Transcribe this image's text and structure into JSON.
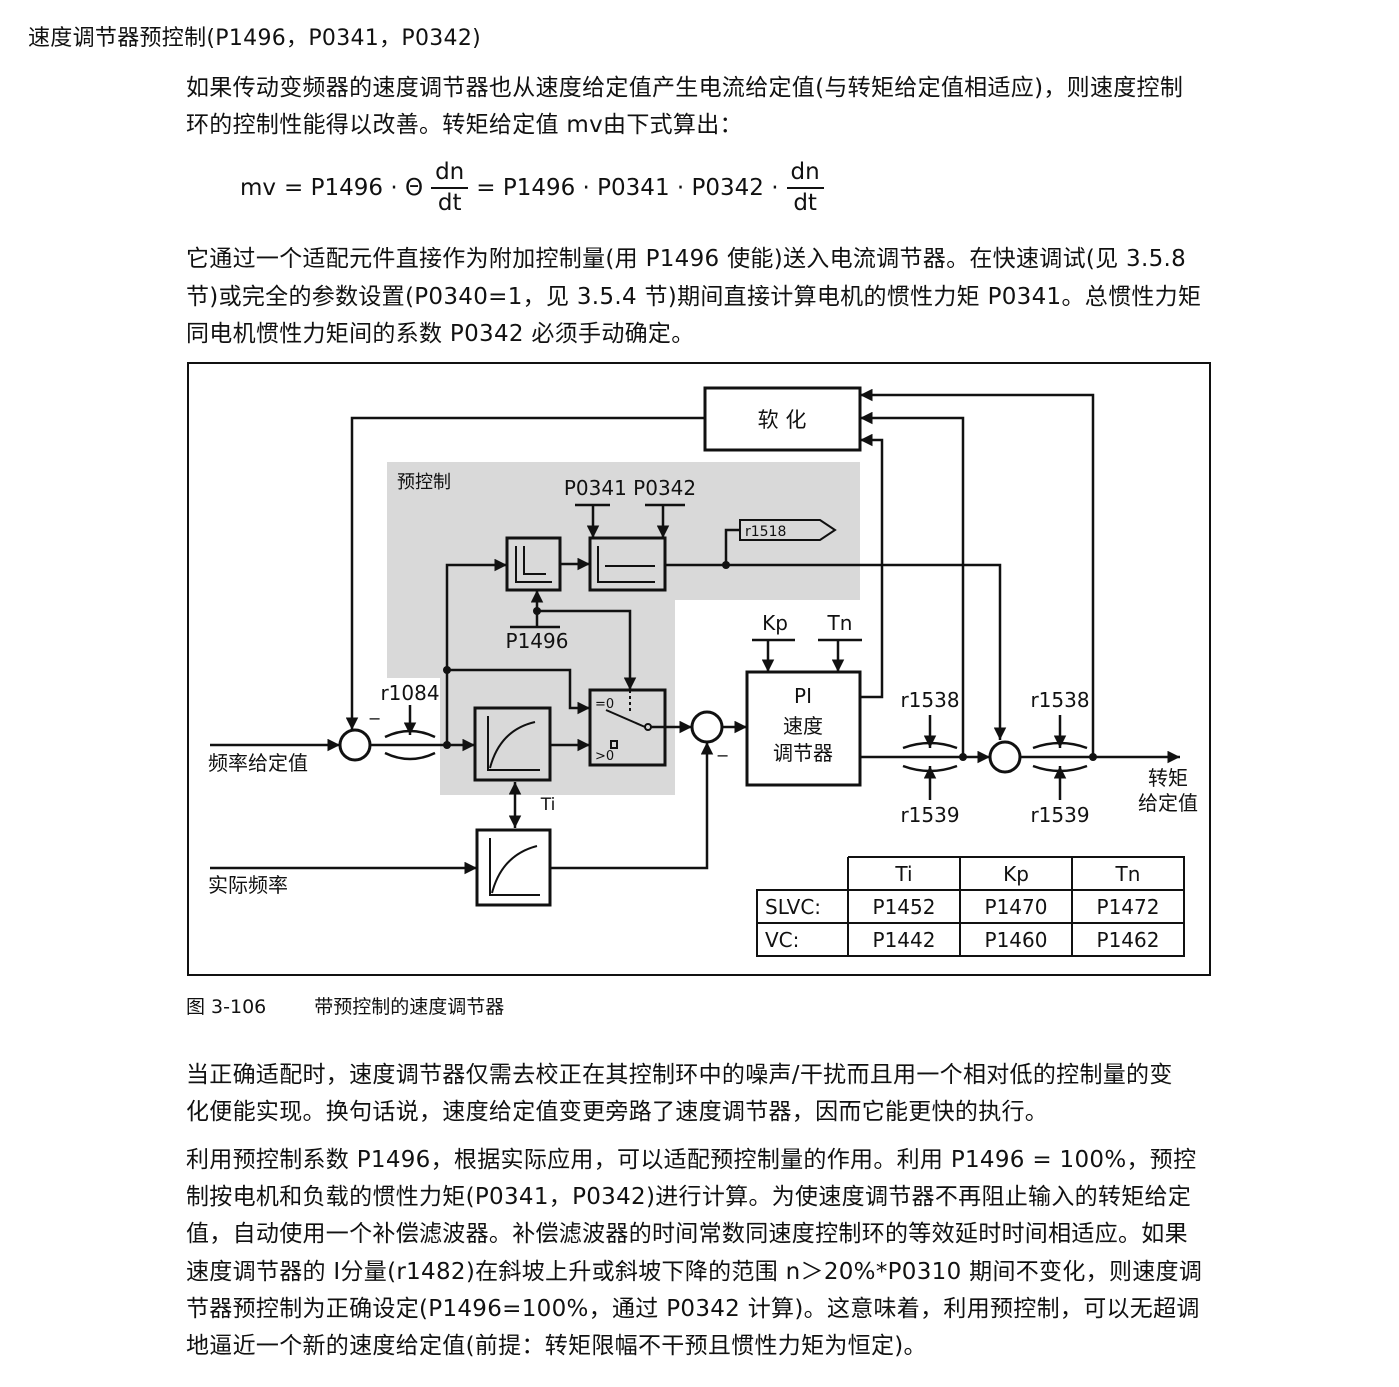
{
  "title": "速度调节器预控制(P1496，P0341，P0342)",
  "para1": [
    "如果传动变频器的速度调节器也从速度给定值产生电流给定值(与转矩给定值相适应)，则速度控制",
    "环的控制性能得以改善。转矩给定值 mv由下式算出："
  ],
  "formula": {
    "lhs": "mv",
    "eq1": "= P1496 · Θ",
    "frac_num": "dn",
    "frac_den": "dt",
    "eq2": "= P1496 · P0341 · P0342 ·"
  },
  "para2": [
    "它通过一个适配元件直接作为附加控制量(用  P1496 使能)送入电流调节器。在快速调试(见  3.5.8",
    "节)或完全的参数设置(P0340=1，见 3.5.4 节)期间直接计算电机的惯性力矩 P0341。总惯性力矩",
    "同电机惯性力矩间的系数 P0342 必须手动确定。"
  ],
  "diagram": {
    "soften": "软  化",
    "precontrol": "预控制",
    "p0341_p0342": "P0341 P0342",
    "r1518": "r1518",
    "p1496": "P1496",
    "r1084": "r1084",
    "eq0": "=0",
    "gt0": ">0",
    "kp": "Kp",
    "tn": "Tn",
    "ti": "Ti",
    "pi": "PI",
    "pi_line2": "速度",
    "pi_line3": "调节器",
    "r1538": "r1538",
    "r1539": "r1539",
    "freq_setpoint": "频率给定值",
    "actual_freq": "实际频率",
    "torque_line1": "转矩",
    "torque_line2": "给定值",
    "minus": "−",
    "table": {
      "headers": [
        "Ti",
        "Kp",
        "Tn"
      ],
      "rows": [
        {
          "label": "SLVC:",
          "cells": [
            "P1452",
            "P1470",
            "P1472"
          ]
        },
        {
          "label": "VC:",
          "cells": [
            "P1442",
            "P1460",
            "P1462"
          ]
        }
      ]
    }
  },
  "caption": {
    "number": "图 3-106",
    "text": "带预控制的速度调节器"
  },
  "para3": [
    "当正确适配时，速度调节器仅需去校正在其控制环中的噪声/干扰而且用一个相对低的控制量的变",
    "化便能实现。换句话说，速度给定值变更旁路了速度调节器，因而它能更快的执行。"
  ],
  "para4": [
    "利用预控制系数 P1496，根据实际应用，可以适配预控制量的作用。利用 P1496 = 100%，预控",
    "制按电机和负载的惯性力矩(P0341，P0342)进行计算。为使速度调节器不再阻止输入的转矩给定",
    "值，自动使用一个补偿滤波器。补偿滤波器的时间常数同速度控制环的等效延时时间相适应。如果",
    "速度调节器的 I分量(r1482)在斜坡上升或斜坡下降的范围 n＞20%*P0310 期间不变化，则速度调",
    "节器预控制为正确设定(P1496=100%，通过 P0342 计算)。这意味着，利用预控制，可以无超调",
    "地逼近一个新的速度给定值(前提：转矩限幅不干预且惯性力矩为恒定)。"
  ]
}
